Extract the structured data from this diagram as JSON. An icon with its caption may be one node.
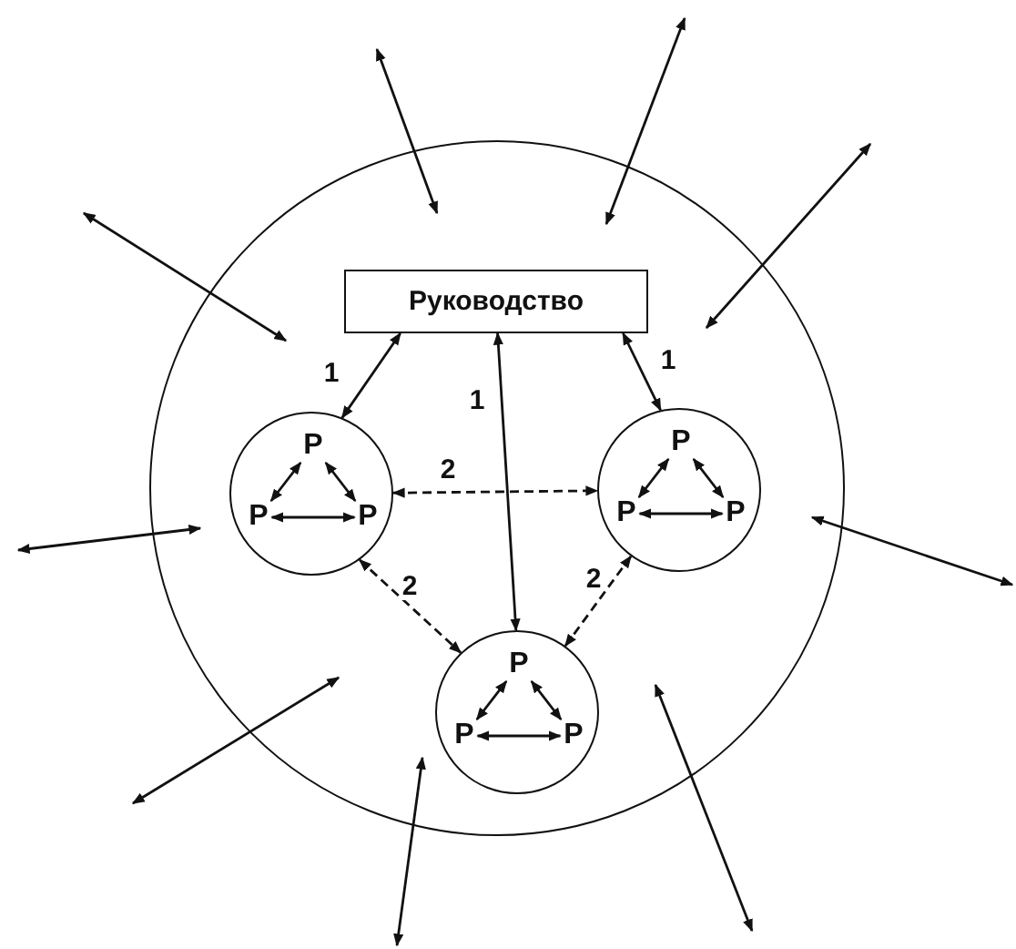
{
  "diagram": {
    "nodes": [
      {
        "text": [],
        "shape": "circle"
      },
      {
        "text": [
          "Руководство"
        ],
        "in": 0
      },
      {
        "text": [],
        "shape": "circle",
        "in": 0
      },
      {
        "text": [
          "P"
        ],
        "in": 2
      },
      {
        "text": [
          "P"
        ],
        "in": 2
      },
      {
        "text": [
          "P"
        ],
        "in": 2
      },
      {
        "text": [],
        "shape": "circle",
        "in": 0
      },
      {
        "text": [
          "P"
        ],
        "in": 6
      },
      {
        "text": [
          "P"
        ],
        "in": 6
      },
      {
        "text": [
          "P"
        ],
        "in": 6
      },
      {
        "text": [],
        "shape": "circle",
        "in": 0
      },
      {
        "text": [
          "P"
        ],
        "in": 10
      },
      {
        "text": [
          "P"
        ],
        "in": 10
      },
      {
        "text": [
          "P"
        ],
        "in": 10
      }
    ],
    "edges": [
      {
        "from": null,
        "to": 0,
        "arrow": "both"
      },
      {
        "from": null,
        "to": 0,
        "arrow": "both"
      },
      {
        "from": null,
        "to": 0,
        "arrow": "both"
      },
      {
        "from": null,
        "to": 0,
        "arrow": "both"
      },
      {
        "from": null,
        "to": 0,
        "arrow": "both"
      },
      {
        "from": null,
        "to": 0,
        "arrow": "both"
      },
      {
        "from": null,
        "to": 0,
        "arrow": "both"
      },
      {
        "from": null,
        "to": 0,
        "arrow": "both"
      },
      {
        "from": null,
        "to": 0,
        "arrow": "both"
      },
      {
        "from": 1,
        "to": 2,
        "arrow": "both",
        "label": "1"
      },
      {
        "from": 1,
        "to": 10,
        "arrow": "both",
        "label": "1"
      },
      {
        "from": 1,
        "to": 6,
        "arrow": "both",
        "label": "1"
      },
      {
        "from": 2,
        "to": 6,
        "arrow": "both",
        "label": "2",
        "style": "dashed"
      },
      {
        "from": 2,
        "to": 10,
        "arrow": "both",
        "label": "2",
        "style": "dashed"
      },
      {
        "from": 6,
        "to": 10,
        "arrow": "both",
        "label": "2",
        "style": "dashed"
      },
      {
        "from": 3,
        "to": 4,
        "arrow": "both"
      },
      {
        "from": 3,
        "to": 5,
        "arrow": "both"
      },
      {
        "from": 4,
        "to": 5,
        "arrow": "both"
      },
      {
        "from": 7,
        "to": 8,
        "arrow": "both"
      },
      {
        "from": 7,
        "to": 9,
        "arrow": "both"
      },
      {
        "from": 8,
        "to": 9,
        "arrow": "both"
      },
      {
        "from": 11,
        "to": 12,
        "arrow": "both"
      },
      {
        "from": 11,
        "to": 13,
        "arrow": "both"
      },
      {
        "from": 12,
        "to": 13,
        "arrow": "both"
      }
    ]
  }
}
